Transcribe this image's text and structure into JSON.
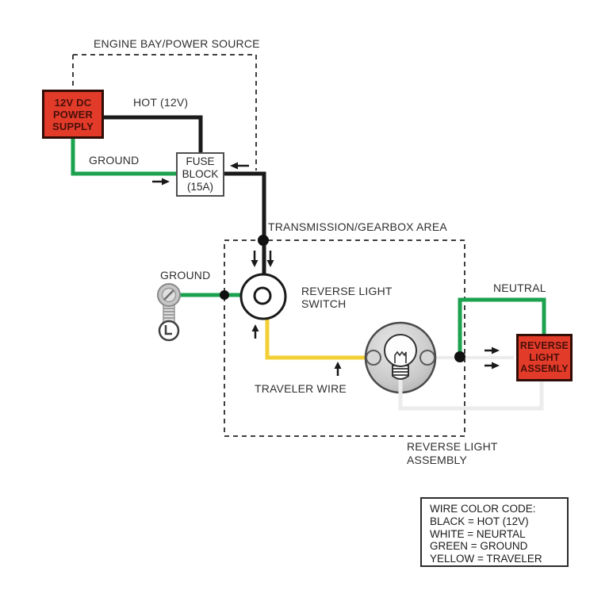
{
  "colors": {
    "hot_black": "#1a1a1a",
    "neutral_white": "#ececec",
    "ground_green": "#1ca24f",
    "traveler_yellow": "#f2cf35",
    "component_red": "#e23b2a",
    "bulb_housing_gray": "#c9c9c9"
  },
  "engine_bay": {
    "title": "ENGINE BAY/POWER SOURCE"
  },
  "power_supply": {
    "lines": [
      "12V DC",
      "POWER",
      "SUPPLY"
    ]
  },
  "fuse_block": {
    "lines": [
      "FUSE",
      "BLOCK",
      "(15A)"
    ]
  },
  "wire_labels": {
    "hot": "HOT (12V)",
    "ground_power": "GROUND",
    "ground_switch": "GROUND",
    "neutral": "NEUTRAL",
    "traveler": "TRAVELER WIRE"
  },
  "transmission": {
    "title": "TRANSMISSION/GEARBOX AREA",
    "area_label_lines": [
      "REVERSE LIGHT",
      "ASSEMBLY"
    ]
  },
  "switch": {
    "label_lines": [
      "REVERSE LIGHT",
      "SWITCH"
    ]
  },
  "reverse_light_assembly_box": {
    "lines": [
      "REVERSE",
      "LIGHT",
      "ASSEMLY"
    ]
  },
  "legend": {
    "title": "WIRE COLOR CODE:",
    "entries": [
      "BLACK = HOT (12V)",
      "WHITE = NEURTAL",
      "GREEN = GROUND",
      "YELLOW = TRAVELER"
    ]
  }
}
